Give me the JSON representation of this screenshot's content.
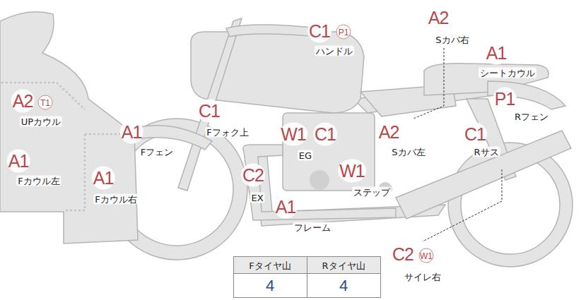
{
  "diagram": {
    "labels": [
      "C1",
      "P1",
      "ハンドル",
      "A2",
      "Sカバ右",
      "A1",
      "シートカウル",
      "A2",
      "T1",
      "UPカウル",
      "P1",
      "Rフェン",
      "C1",
      "Fフォク上",
      "A1",
      "Fフェン",
      "W1",
      "C1",
      "EG",
      "A2",
      "Sカバ左",
      "C1",
      "Rサス",
      "A1",
      "Fカウル左",
      "A1",
      "Fカウル右",
      "C2",
      "EX",
      "W1",
      "ステップ",
      "A1",
      "フレーム",
      "C2",
      "W1",
      "サイレ右",
      "Fタイヤ山",
      "Rタイヤ山",
      "4",
      "4"
    ]
  }
}
